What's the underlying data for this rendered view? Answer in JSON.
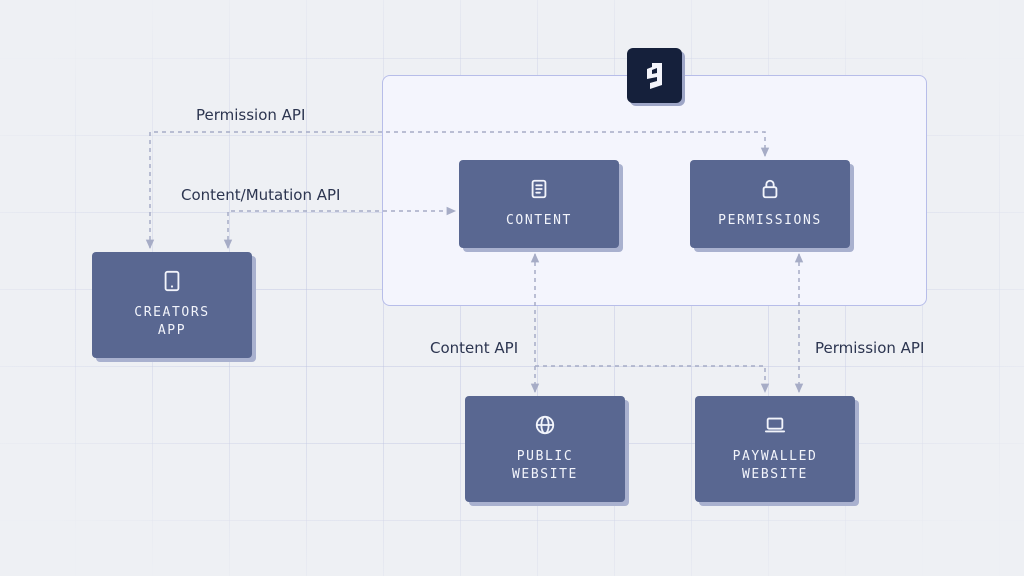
{
  "nodes": {
    "content": {
      "label": "CONTENT",
      "icon": "document-icon"
    },
    "permissions": {
      "label": "PERMISSIONS",
      "icon": "lock-icon"
    },
    "creators_app": {
      "label": "CREATORS\nAPP",
      "icon": "tablet-icon"
    },
    "public_website": {
      "label": "PUBLIC\nWEBSITE",
      "icon": "globe-icon"
    },
    "paywalled_website": {
      "label": "PAYWALLED\nWEBSITE",
      "icon": "laptop-icon"
    }
  },
  "labels": {
    "permission_api_top": "Permission API",
    "content_mutation_api": "Content/Mutation API",
    "content_api": "Content API",
    "permission_api_bottom": "Permission API"
  },
  "logo": {
    "icon": "hygraph-logo-icon"
  },
  "colors": {
    "node_fill": "#596791",
    "panel_border": "#b7bde9",
    "connector": "#a6acc6",
    "logo_bg": "#15203b"
  }
}
